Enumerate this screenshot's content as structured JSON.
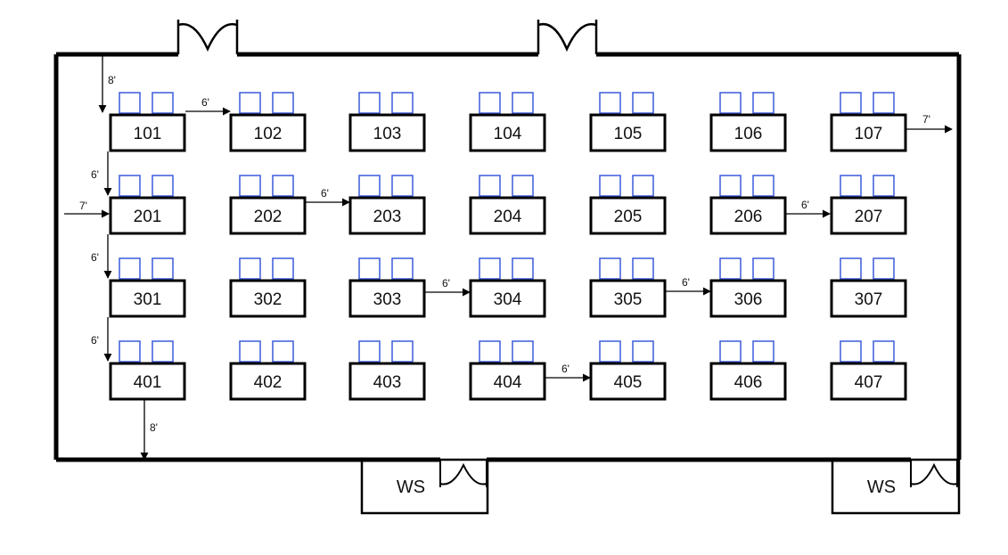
{
  "tables": [
    [
      "101",
      "102",
      "103",
      "104",
      "105",
      "106",
      "107"
    ],
    [
      "201",
      "202",
      "203",
      "204",
      "205",
      "206",
      "207"
    ],
    [
      "301",
      "302",
      "303",
      "304",
      "305",
      "306",
      "307"
    ],
    [
      "401",
      "402",
      "403",
      "404",
      "405",
      "406",
      "407"
    ]
  ],
  "washrooms": [
    "WS",
    "WS"
  ],
  "dimensions": {
    "top_wall_to_101": "8'",
    "row1_col1_to_2": "6'",
    "row1_107_to_wall": "7'",
    "row1_to_row2": "6'",
    "wall_to_201": "7'",
    "row2_col2_to_3": "6'",
    "row2_col6_to_7": "6'",
    "row2_to_row3": "6'",
    "row3_col3_to_4": "6'",
    "row3_col5_to_6": "6'",
    "row3_to_row4": "6'",
    "row4_col4_to_5": "6'",
    "row4_401_to_bottom_wall": "8'"
  },
  "colors": {
    "walls": "#000000",
    "chairs": "#3b5bdb",
    "tables": "#000000"
  }
}
